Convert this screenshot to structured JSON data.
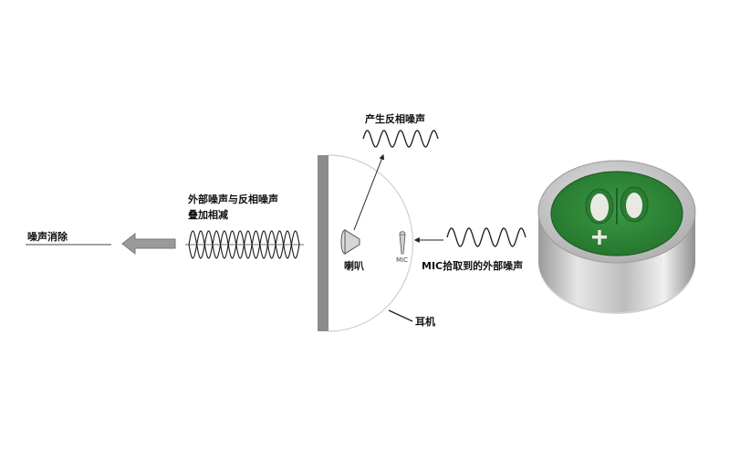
{
  "labels": {
    "noise_cancelled": "噪声消除",
    "superposition_line1": "外部噪声与反相噪声",
    "superposition_line2": "叠加相减",
    "anti_noise": "产生反相噪声",
    "speaker": "喇叭",
    "mic_small": "MIC",
    "mic_pickup": "MIC拾取到的外部噪声",
    "earphone": "耳机"
  },
  "colors": {
    "wave": "#1a1a1a",
    "wall": "#8c8c8c",
    "arrow_fill": "#999999",
    "pcb_green": "#2f8a3a",
    "metal": "#c9c9c9"
  },
  "icons": {
    "speaker": "speaker-cone-icon",
    "mic": "microphone-icon",
    "component": "electret-microphone-capsule"
  }
}
